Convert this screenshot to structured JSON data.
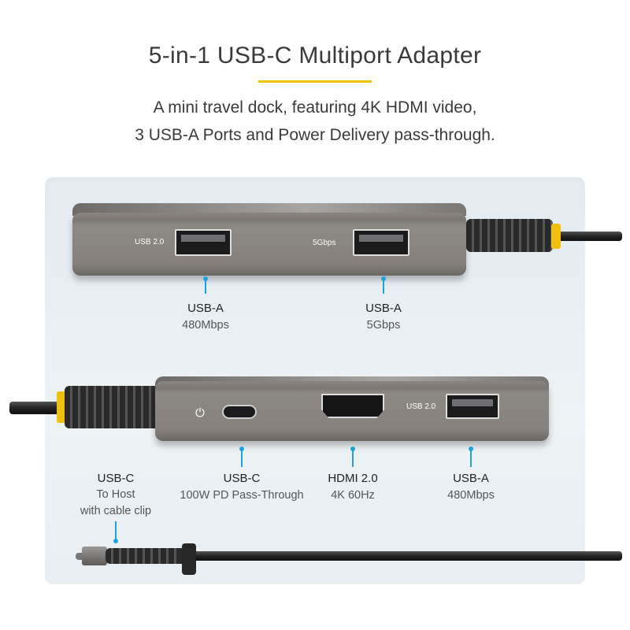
{
  "header": {
    "title": "5-in-1 USB-C Multiport Adapter",
    "subtitle_line1": "A mini travel dock, featuring 4K HDMI video,",
    "subtitle_line2": "3 USB-A Ports and Power Delivery pass-through."
  },
  "top_view": {
    "port_labels": [
      "USB 2.0",
      "5Gbps"
    ],
    "callouts": [
      {
        "title": "USB-A",
        "detail": "480Mbps"
      },
      {
        "title": "USB-A",
        "detail": "5Gbps"
      }
    ]
  },
  "bottom_view": {
    "port_label": "USB 2.0",
    "callouts": [
      {
        "title": "USB-C",
        "detail": "100W PD Pass-Through"
      },
      {
        "title": "HDMI 2.0",
        "detail": "4K 60Hz"
      },
      {
        "title": "USB-A",
        "detail": "480Mbps"
      }
    ],
    "host": {
      "title": "USB-C",
      "line1": "To Host",
      "line2": "with cable clip"
    }
  },
  "colors": {
    "accent": "#f2c200",
    "callout": "#1aa3dc",
    "panel": "#e6edf2"
  }
}
